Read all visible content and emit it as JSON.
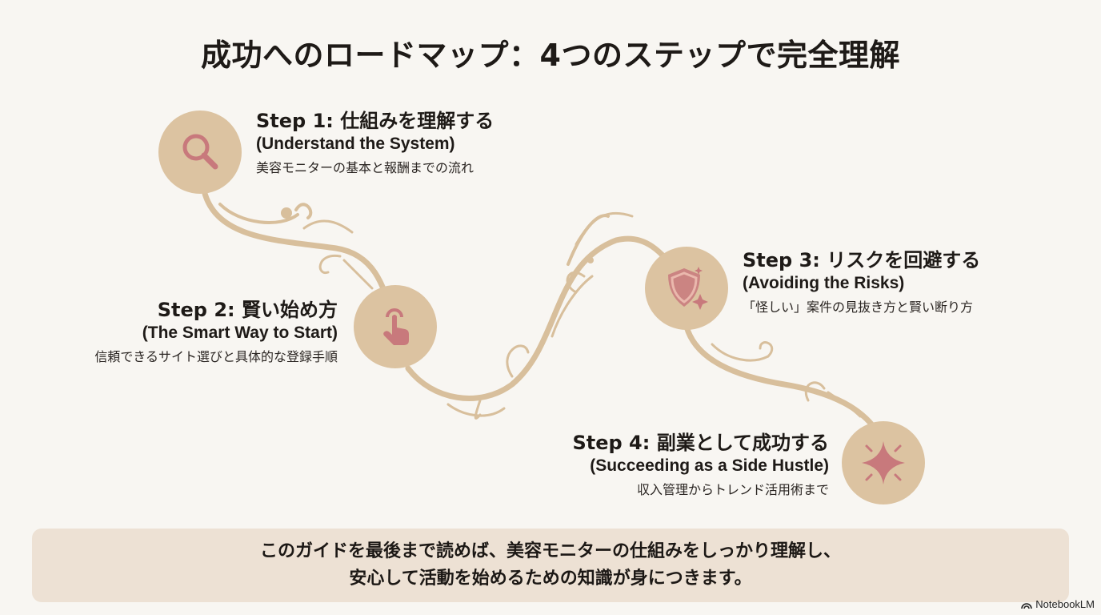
{
  "title": "成功へのロードマップ：4つのステップで完全理解",
  "colors": {
    "background": "#f8f6f2",
    "node": "#dcc3a1",
    "path": "#d8bf9c",
    "icon": "#c8797c",
    "banner": "#ede1d4"
  },
  "steps": [
    {
      "title": "Step 1: 仕組みを理解する",
      "subtitle": "(Understand the System)",
      "description": "美容モニターの基本と報酬までの流れ",
      "icon": "magnifier-icon"
    },
    {
      "title": "Step 2: 賢い始め方",
      "subtitle": "(The Smart Way to Start)",
      "description": "信頼できるサイト選びと具体的な登録手順",
      "icon": "tap-hand-icon"
    },
    {
      "title": "Step 3: リスクを回避する",
      "subtitle": "(Avoiding the Risks)",
      "description": "「怪しい」案件の見抜き方と賢い断り方",
      "icon": "shield-sparkle-icon"
    },
    {
      "title": "Step 4: 副業として成功する",
      "subtitle": "(Succeeding as a Side Hustle)",
      "description": "収入管理からトレンド活用術まで",
      "icon": "sparkle-star-icon"
    }
  ],
  "banner": {
    "line1": "このガイドを最後まで読めば、美容モニターの仕組みをしっかり理解し、",
    "line2": "安心して活動を始めるための知識が身につきます。"
  },
  "brand": "NotebookLM"
}
